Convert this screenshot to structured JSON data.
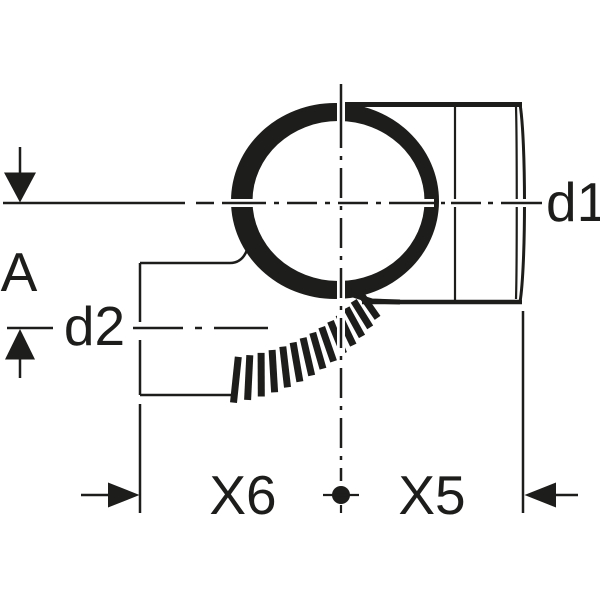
{
  "figure": {
    "type": "technical-drawing",
    "description": "Pipe fitting side view with socket ring, corrugated bend and dimension annotations",
    "labels": {
      "d1": "d1",
      "d2": "d2",
      "a": "A",
      "x6": "X6",
      "x5": "X5"
    },
    "colors": {
      "line": "#1d1d1b",
      "background": "#ffffff"
    }
  }
}
